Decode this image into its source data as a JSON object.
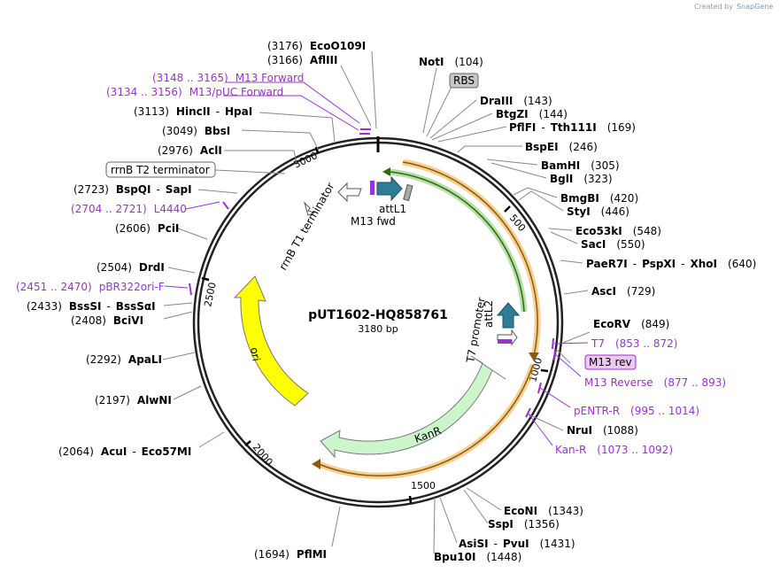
{
  "credit": {
    "text": "Created by",
    "brand": "SnapGene"
  },
  "plasmid": {
    "name": "pUT1602-HQ858761",
    "length": "3180 bp"
  },
  "ticks": [
    "500",
    "1000",
    "1500",
    "2000",
    "2500",
    "3000"
  ],
  "sites": [
    {
      "name": "EcoO109I",
      "pos": "(3176)"
    },
    {
      "name": "AflIII",
      "pos": "(3166)"
    },
    {
      "name": "HincII",
      "name2": "HpaI",
      "pos": "(3113)"
    },
    {
      "name": "BbsI",
      "pos": "(3049)"
    },
    {
      "name": "AclI",
      "pos": "(2976)"
    },
    {
      "name": "BspQI",
      "name2": "SapI",
      "pos": "(2723)"
    },
    {
      "name": "PciI",
      "pos": "(2606)"
    },
    {
      "name": "DrdI",
      "pos": "(2504)"
    },
    {
      "name": "BssSI",
      "name2": "BssSαI",
      "pos": "(2433)"
    },
    {
      "name": "BciVI",
      "pos": "(2408)"
    },
    {
      "name": "ApaLI",
      "pos": "(2292)"
    },
    {
      "name": "AlwNI",
      "pos": "(2197)"
    },
    {
      "name": "AcuI",
      "name2": "Eco57MI",
      "pos": "(2064)"
    },
    {
      "name": "PflMI",
      "pos": "(1694)"
    },
    {
      "name": "NotI",
      "pos": "(104)"
    },
    {
      "name": "DraIII",
      "pos": "(143)"
    },
    {
      "name": "BtgZI",
      "pos": "(144)"
    },
    {
      "name": "PflFI",
      "name2": "Tth111I",
      "pos": "(169)"
    },
    {
      "name": "BspEI",
      "pos": "(246)"
    },
    {
      "name": "BamHI",
      "pos": "(305)"
    },
    {
      "name": "BglI",
      "pos": "(323)"
    },
    {
      "name": "BmgBI",
      "pos": "(420)"
    },
    {
      "name": "StyI",
      "pos": "(446)"
    },
    {
      "name": "Eco53kI",
      "pos": "(548)"
    },
    {
      "name": "SacI",
      "pos": "(550)"
    },
    {
      "name": "PaeR7I",
      "name2": "PspXI",
      "name3": "XhoI",
      "pos": "(640)"
    },
    {
      "name": "AscI",
      "pos": "(729)"
    },
    {
      "name": "EcoRV",
      "pos": "(849)"
    },
    {
      "name": "NruI",
      "pos": "(1088)"
    },
    {
      "name": "EcoNI",
      "pos": "(1343)"
    },
    {
      "name": "SspI",
      "pos": "(1356)"
    },
    {
      "name": "AsiSI",
      "name2": "PvuI",
      "pos": "(1431)"
    },
    {
      "name": "Bpu10I",
      "pos": "(1448)"
    }
  ],
  "primers": [
    {
      "name": "M13 Forward",
      "range": "(3148 .. 3165)"
    },
    {
      "name": "M13/pUC Forward",
      "range": "(3134 .. 3156)"
    },
    {
      "name": "L4440",
      "range": "(2704 .. 2721)"
    },
    {
      "name": "pBR322ori-F",
      "range": "(2451 .. 2470)"
    },
    {
      "name": "T7",
      "range": "(853 .. 872)"
    },
    {
      "name": "M13 rev"
    },
    {
      "name": "M13 Reverse",
      "range": "(877 .. 893)"
    },
    {
      "name": "pENTR-R",
      "range": "(995 .. 1014)"
    },
    {
      "name": "Kan-R",
      "range": "(1073 .. 1092)"
    }
  ],
  "features": {
    "rbs": "RBS",
    "rrnb_t2": "rrnB T2 terminator",
    "rrnb_t1": "rrnB T1 terminator",
    "attl1": "attL1",
    "m13fwd": "M13 fwd",
    "attl2": "attL2",
    "t7promoter": "T7 promoter",
    "kanr": "KanR",
    "ori": "ori"
  },
  "colors": {
    "ori": "#ffff00",
    "kanr": "#ccf5cc",
    "attl": "#2e7d96",
    "primer": "#9b30d6",
    "orange": "#f0a020",
    "green": "#70c050"
  }
}
